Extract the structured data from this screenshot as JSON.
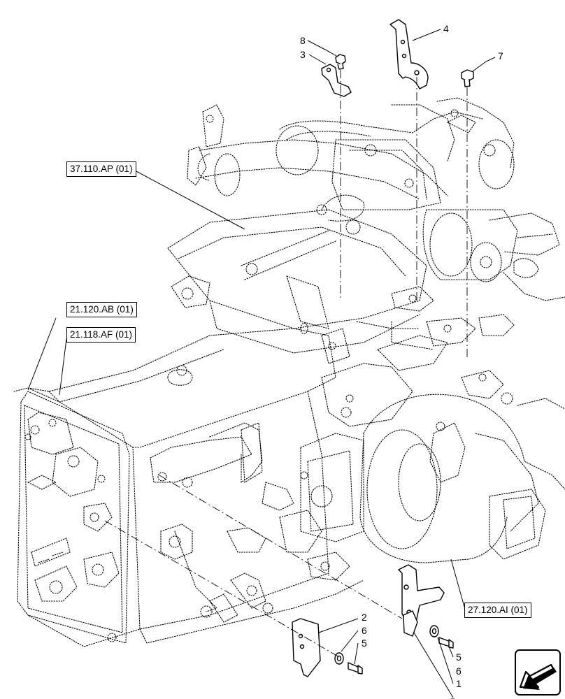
{
  "references": {
    "ref_1": "37.110.AP (01)",
    "ref_2": "21.120.AB (01)",
    "ref_3": "21.118.AF (01)",
    "ref_4": "27.120.AI (01)"
  },
  "callouts": {
    "c1": "1",
    "c2": "2",
    "c3": "3",
    "c4": "4",
    "c5a": "5",
    "c5b": "5",
    "c6a": "6",
    "c6b": "6",
    "c7": "7",
    "c8": "8"
  },
  "icons": {
    "navigation": "arrow-icon"
  }
}
